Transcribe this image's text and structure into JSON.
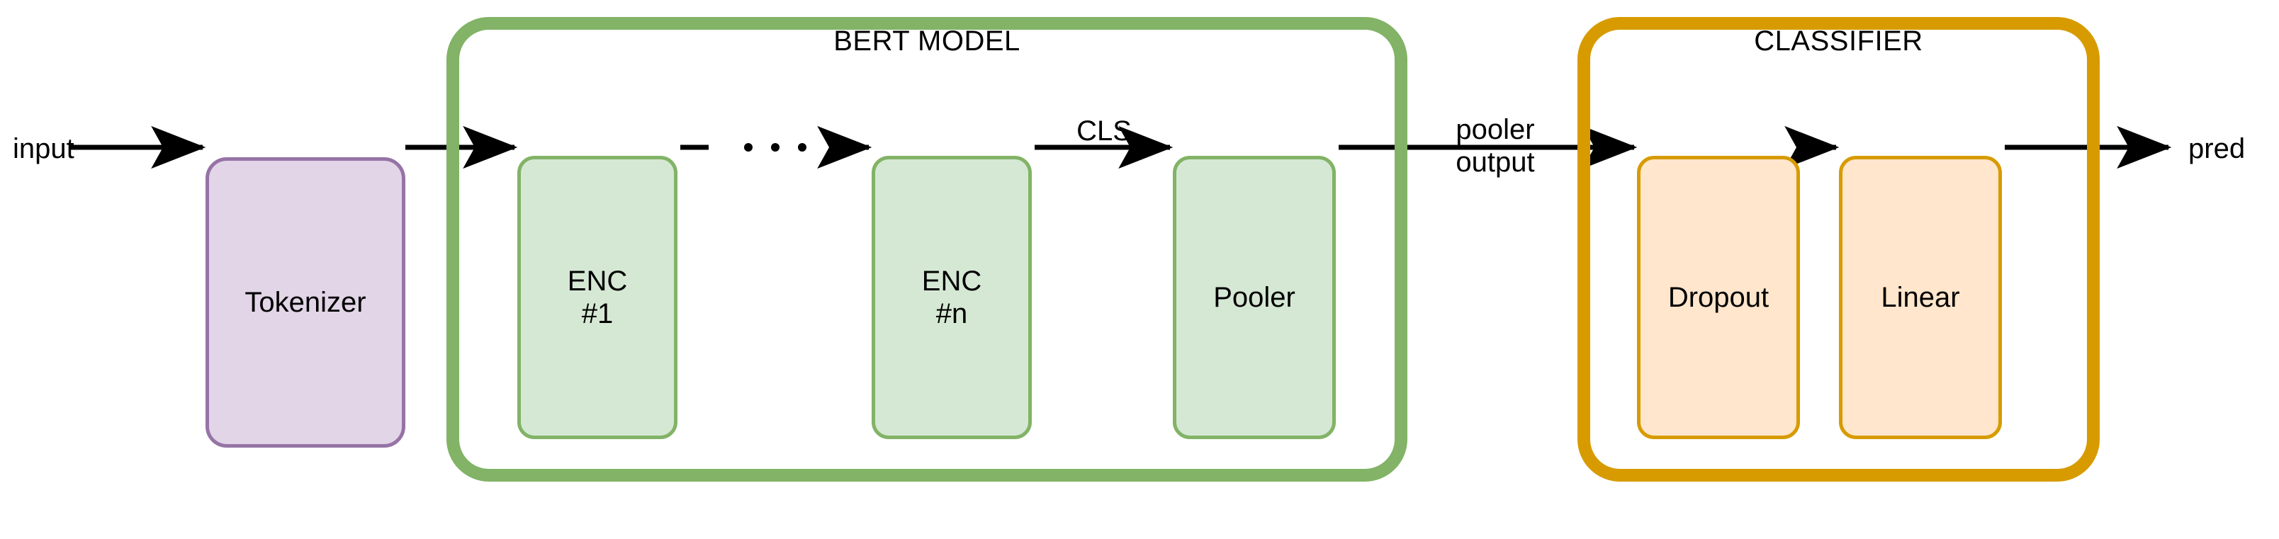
{
  "diagram": {
    "title": "BERT sentence-classification architecture",
    "colors": {
      "bert_group_border": "#82B366",
      "bert_node_fill": "#D5E8D4",
      "classifier_group_border": "#D79B00",
      "classifier_node_fill": "#FFE6CC",
      "tokenizer_border": "#9673A6",
      "tokenizer_fill": "#E1D5E7",
      "arrow": "#000000",
      "text": "#000000",
      "background": "#FFFFFF"
    },
    "endpoints": {
      "input_label": "input",
      "output_label": "pred"
    },
    "groups": [
      {
        "id": "bert",
        "title": "BERT MODEL"
      },
      {
        "id": "classifier",
        "title": "CLASSIFIER"
      }
    ],
    "nodes": [
      {
        "id": "tokenizer",
        "label": "Tokenizer",
        "group": null,
        "style": "purple"
      },
      {
        "id": "enc1",
        "label": "ENC\n#1",
        "group": "bert",
        "style": "green"
      },
      {
        "id": "encn",
        "label": "ENC\n#n",
        "group": "bert",
        "style": "green"
      },
      {
        "id": "pooler",
        "label": "Pooler",
        "group": "bert",
        "style": "green"
      },
      {
        "id": "dropout",
        "label": "Dropout",
        "group": "classifier",
        "style": "orange"
      },
      {
        "id": "linear",
        "label": "Linear",
        "group": "classifier",
        "style": "orange"
      }
    ],
    "edges": [
      {
        "from": "input",
        "to": "tokenizer",
        "label": ""
      },
      {
        "from": "tokenizer",
        "to": "enc1",
        "label": ""
      },
      {
        "from": "enc1",
        "to": "encn",
        "label": "",
        "ellipsis": true
      },
      {
        "from": "encn",
        "to": "pooler",
        "label": "CLS"
      },
      {
        "from": "pooler",
        "to": "dropout",
        "label": "pooler\noutput"
      },
      {
        "from": "dropout",
        "to": "linear",
        "label": ""
      },
      {
        "from": "linear",
        "to": "pred",
        "label": ""
      }
    ],
    "edge_labels": {
      "cls": "CLS",
      "pooler_output": "pooler\noutput"
    },
    "ellipsis": "· · ·"
  }
}
